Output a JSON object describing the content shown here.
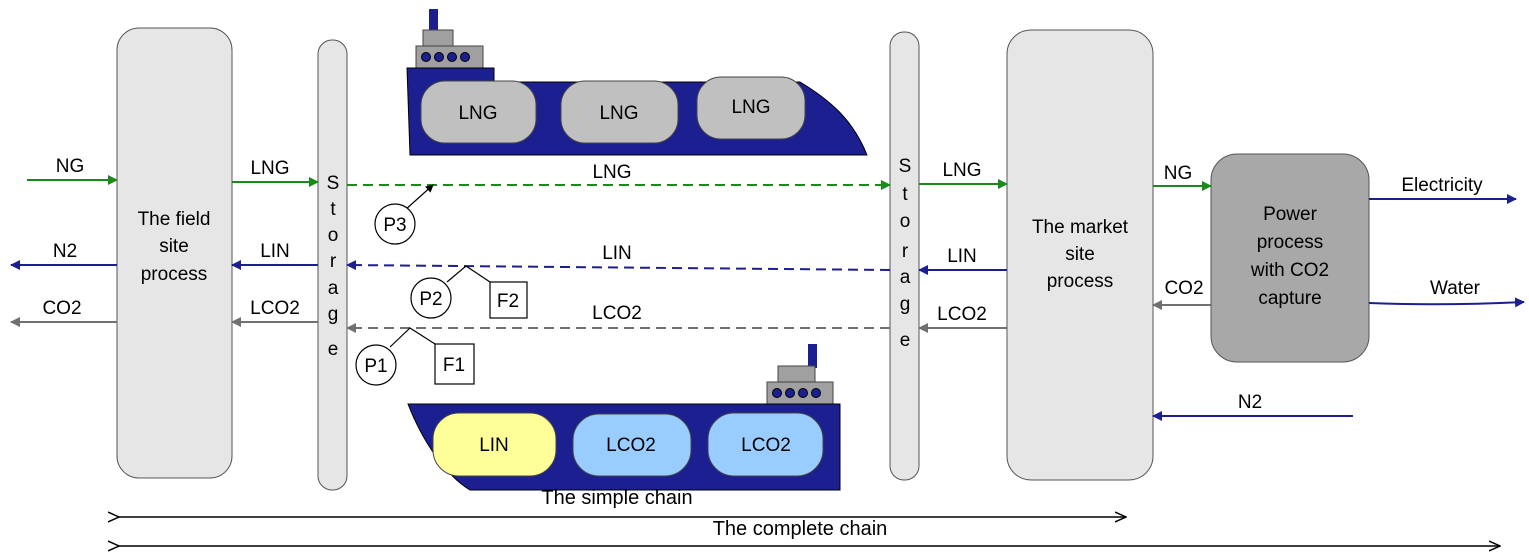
{
  "blocks": {
    "field_site": [
      "The field",
      "site",
      "process"
    ],
    "market_site": [
      "The market",
      "site",
      "process"
    ],
    "power": [
      "Power",
      "process",
      "with CO2",
      "capture"
    ],
    "storage_letters": [
      "S",
      "t",
      "o",
      "r",
      "a",
      "g",
      "e"
    ]
  },
  "ship_top": {
    "tanks": [
      "LNG",
      "LNG",
      "LNG"
    ]
  },
  "ship_bottom": {
    "tanks": [
      "LIN",
      "LCO2",
      "LCO2"
    ]
  },
  "flows": {
    "ng_in": "NG",
    "n2_out": "N2",
    "co2_out": "CO2",
    "field_lng": "LNG",
    "field_lin": "LIN",
    "field_lco2": "LCO2",
    "ship_lng": "LNG",
    "ship_lin": "LIN",
    "ship_lco2": "LCO2",
    "market_lng": "LNG",
    "market_lin": "LIN",
    "market_lco2": "LCO2",
    "market_ng": "NG",
    "power_co2": "CO2",
    "electricity": "Electricity",
    "water": "Water",
    "n2_in": "N2"
  },
  "markers": {
    "p1": "P1",
    "p2": "P2",
    "p3": "P3",
    "f1": "F1",
    "f2": "F2"
  },
  "chains": {
    "simple": "The simple chain",
    "complete": "The complete chain"
  },
  "colors": {
    "block_fill": "#e6e6e6",
    "power_fill": "#a8a8a8",
    "hull": "#1c1f8f",
    "lng_tank": "#c0c0c0",
    "lin_tank": "#ffff99",
    "lco2_tank": "#99ccff",
    "green_flow": "#1a8a1a",
    "blue_flow": "#1c1f8f",
    "grey_flow": "#707070"
  }
}
